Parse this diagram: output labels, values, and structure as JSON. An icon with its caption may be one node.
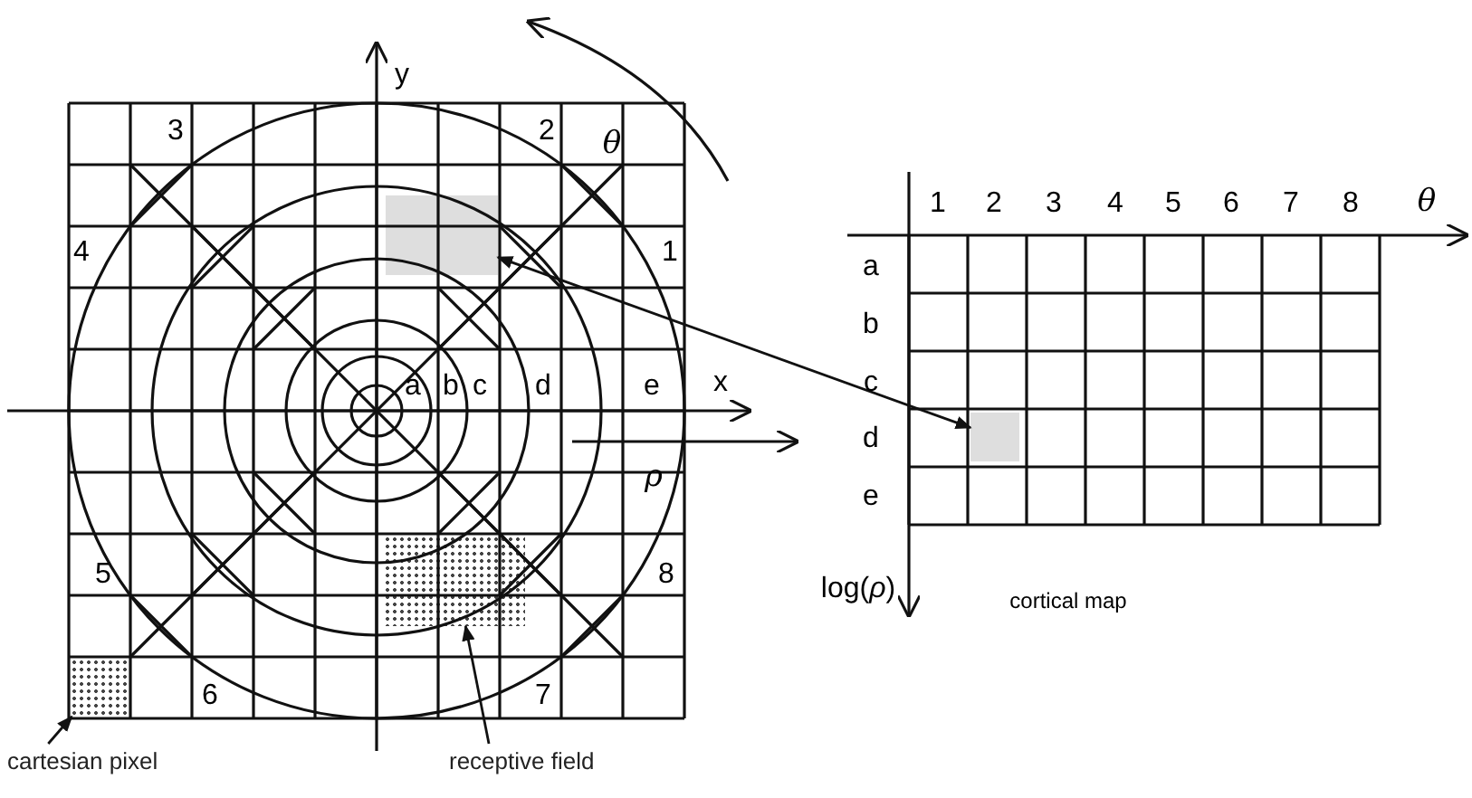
{
  "diagram": {
    "nodes": [
      {
        "text": [],
        "shape": "box"
      },
      {
        "text": [],
        "shape": "box"
      },
      {
        "text": [
          "cartesian pixel"
        ]
      },
      {
        "text": [],
        "shape": "box"
      },
      {
        "text": [
          "receptive field"
        ]
      },
      {
        "text": [],
        "shape": "box"
      }
    ],
    "edges": [
      {
        "from": 0,
        "to": 1,
        "arrow": "both"
      },
      {
        "from": 2,
        "to": 3,
        "arrow": "to"
      },
      {
        "from": 4,
        "to": 5,
        "arrow": "to"
      }
    ],
    "labels": [
      "y",
      "3",
      "2",
      "*θ*",
      "1",
      "2",
      "3",
      "4",
      "5",
      "6",
      "7",
      "8",
      "*θ*",
      "4",
      "1",
      "a",
      "b",
      "a",
      "b",
      "c",
      "d",
      "e",
      "x",
      "c",
      "*ρ*",
      "d",
      "e",
      "5",
      "8",
      "log(*ρ*)",
      "cortical map",
      "6",
      "7"
    ]
  }
}
